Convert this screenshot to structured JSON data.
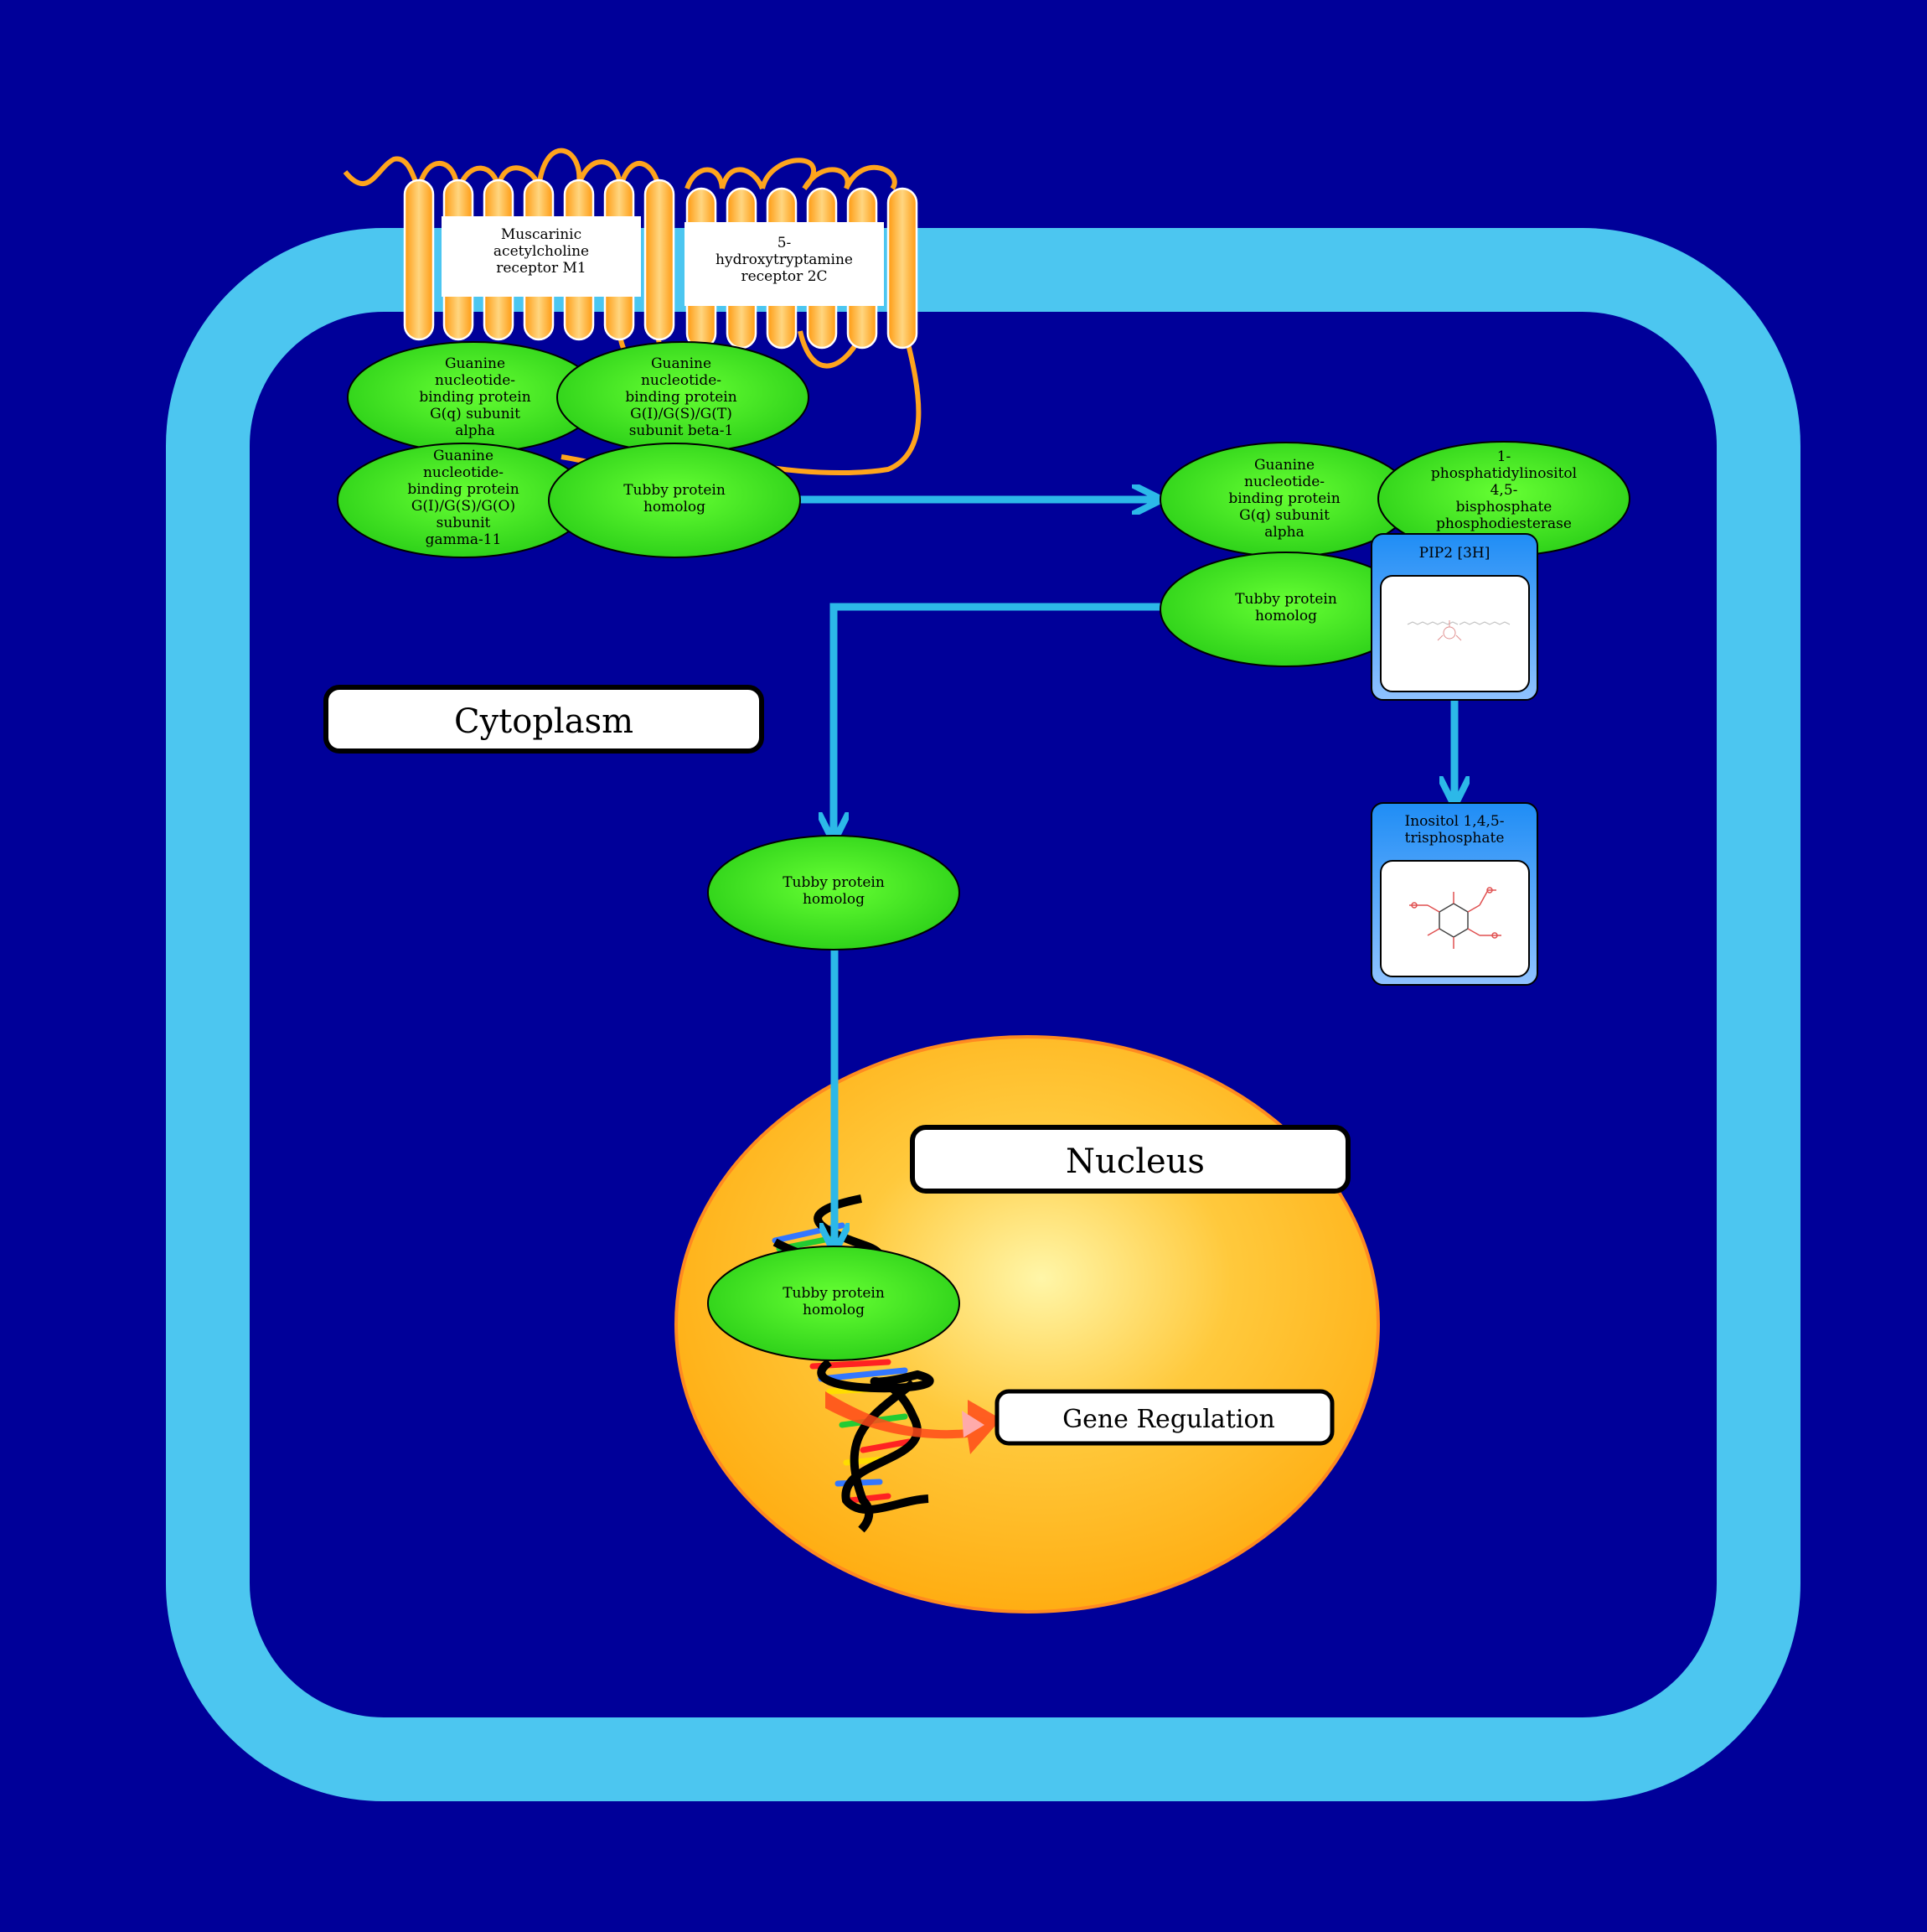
{
  "compartments": {
    "cytoplasm": "Cytoplasm",
    "nucleus": "Nucleus"
  },
  "receptors": {
    "m1": [
      "Muscarinic",
      "acetylcholine",
      "receptor M1"
    ],
    "htr2c": [
      "5-",
      "hydroxytryptamine",
      "receptor 2C"
    ]
  },
  "proteins": {
    "gq_alpha_a": [
      "Guanine",
      "nucleotide-",
      "binding protein",
      "G(q) subunit",
      "alpha"
    ],
    "gbeta1": [
      "Guanine",
      "nucleotide-",
      "binding protein",
      "G(I)/G(S)/G(T)",
      "subunit beta-1"
    ],
    "ggamma11": [
      "Guanine",
      "nucleotide-",
      "binding protein",
      "G(I)/G(S)/G(O)",
      "subunit",
      "gamma-11"
    ],
    "tubby_a": [
      "Tubby protein",
      "homolog"
    ],
    "gq_alpha_b": [
      "Guanine",
      "nucleotide-",
      "binding protein",
      "G(q) subunit",
      "alpha"
    ],
    "plc": [
      "1-",
      "phosphatidylinositol",
      "4,5-",
      "bisphosphate",
      "phosphodiesterase"
    ],
    "tubby_b": [
      "Tubby protein",
      "homolog"
    ],
    "tubby_c": [
      "Tubby protein",
      "homolog"
    ],
    "tubby_d": [
      "Tubby protein",
      "homolog"
    ]
  },
  "metabolites": {
    "pip2": [
      "PIP2 [3H]"
    ],
    "ip3": [
      "Inositol 1,4,5-",
      "trisphosphate"
    ]
  },
  "outputs": {
    "gene_regulation": "Gene Regulation"
  },
  "colors": {
    "background": "#000099",
    "membrane": "#4cc6f0",
    "protein": "#44dd22",
    "receptor": "#ffa41c",
    "nucleus": "#ffb400",
    "metabolite": "#2a94f5",
    "arrow": "#2cb8e8"
  }
}
